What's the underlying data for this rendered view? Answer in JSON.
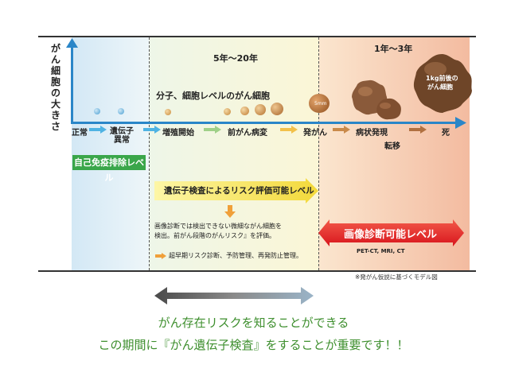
{
  "y_axis_label": "がん細胞の大きさ",
  "periods": [
    {
      "label": "5年〜20年"
    },
    {
      "label": "1年〜3年"
    }
  ],
  "cell_level_label": "分子、細胞レベルのがん細胞",
  "cell_5mm_label": "5mm",
  "cell_1kg_label_line1": "1kg前後の",
  "cell_1kg_label_line2": "がん細胞",
  "stages": {
    "normal": "正常",
    "gene_abnormal_line1": "遺伝子",
    "gene_abnormal_line2": "異常",
    "proliferation": "増殖開始",
    "precancer": "前がん病変",
    "onset": "発がん",
    "symptoms": "病状発現",
    "metastasis": "転移",
    "death": "死"
  },
  "immune_label": "自己免疫排除レベル",
  "gene_test_label": "遺伝子検査によるリスク評価可能レベル",
  "note_line1": "画像診断では検出できない微細ながん細胞を",
  "note_line2": "検出。前がん段階のがんリスク』を評価。",
  "early_risk_label": "超早期リスク診断、予防管理、再発防止管理。",
  "imaging_label": "画像診断可能レベル",
  "imaging_methods": "PET-CT, MRI, CT",
  "model_note": "※発がん仮説に基づくモデル図",
  "caption_line1": "がん存在リスクを知ることができる",
  "caption_line2": "この期間に『がん遺伝子検査』をすることが重要です！！",
  "colors": {
    "immune_bg": "#cfe6f4",
    "gene_bg": "#fbf7cf",
    "imaging_bg": "#f6c9a8",
    "axis": "#2a86c8",
    "green": "#3aa64a",
    "red": "#e8262a",
    "caption": "#3e8f2e"
  }
}
